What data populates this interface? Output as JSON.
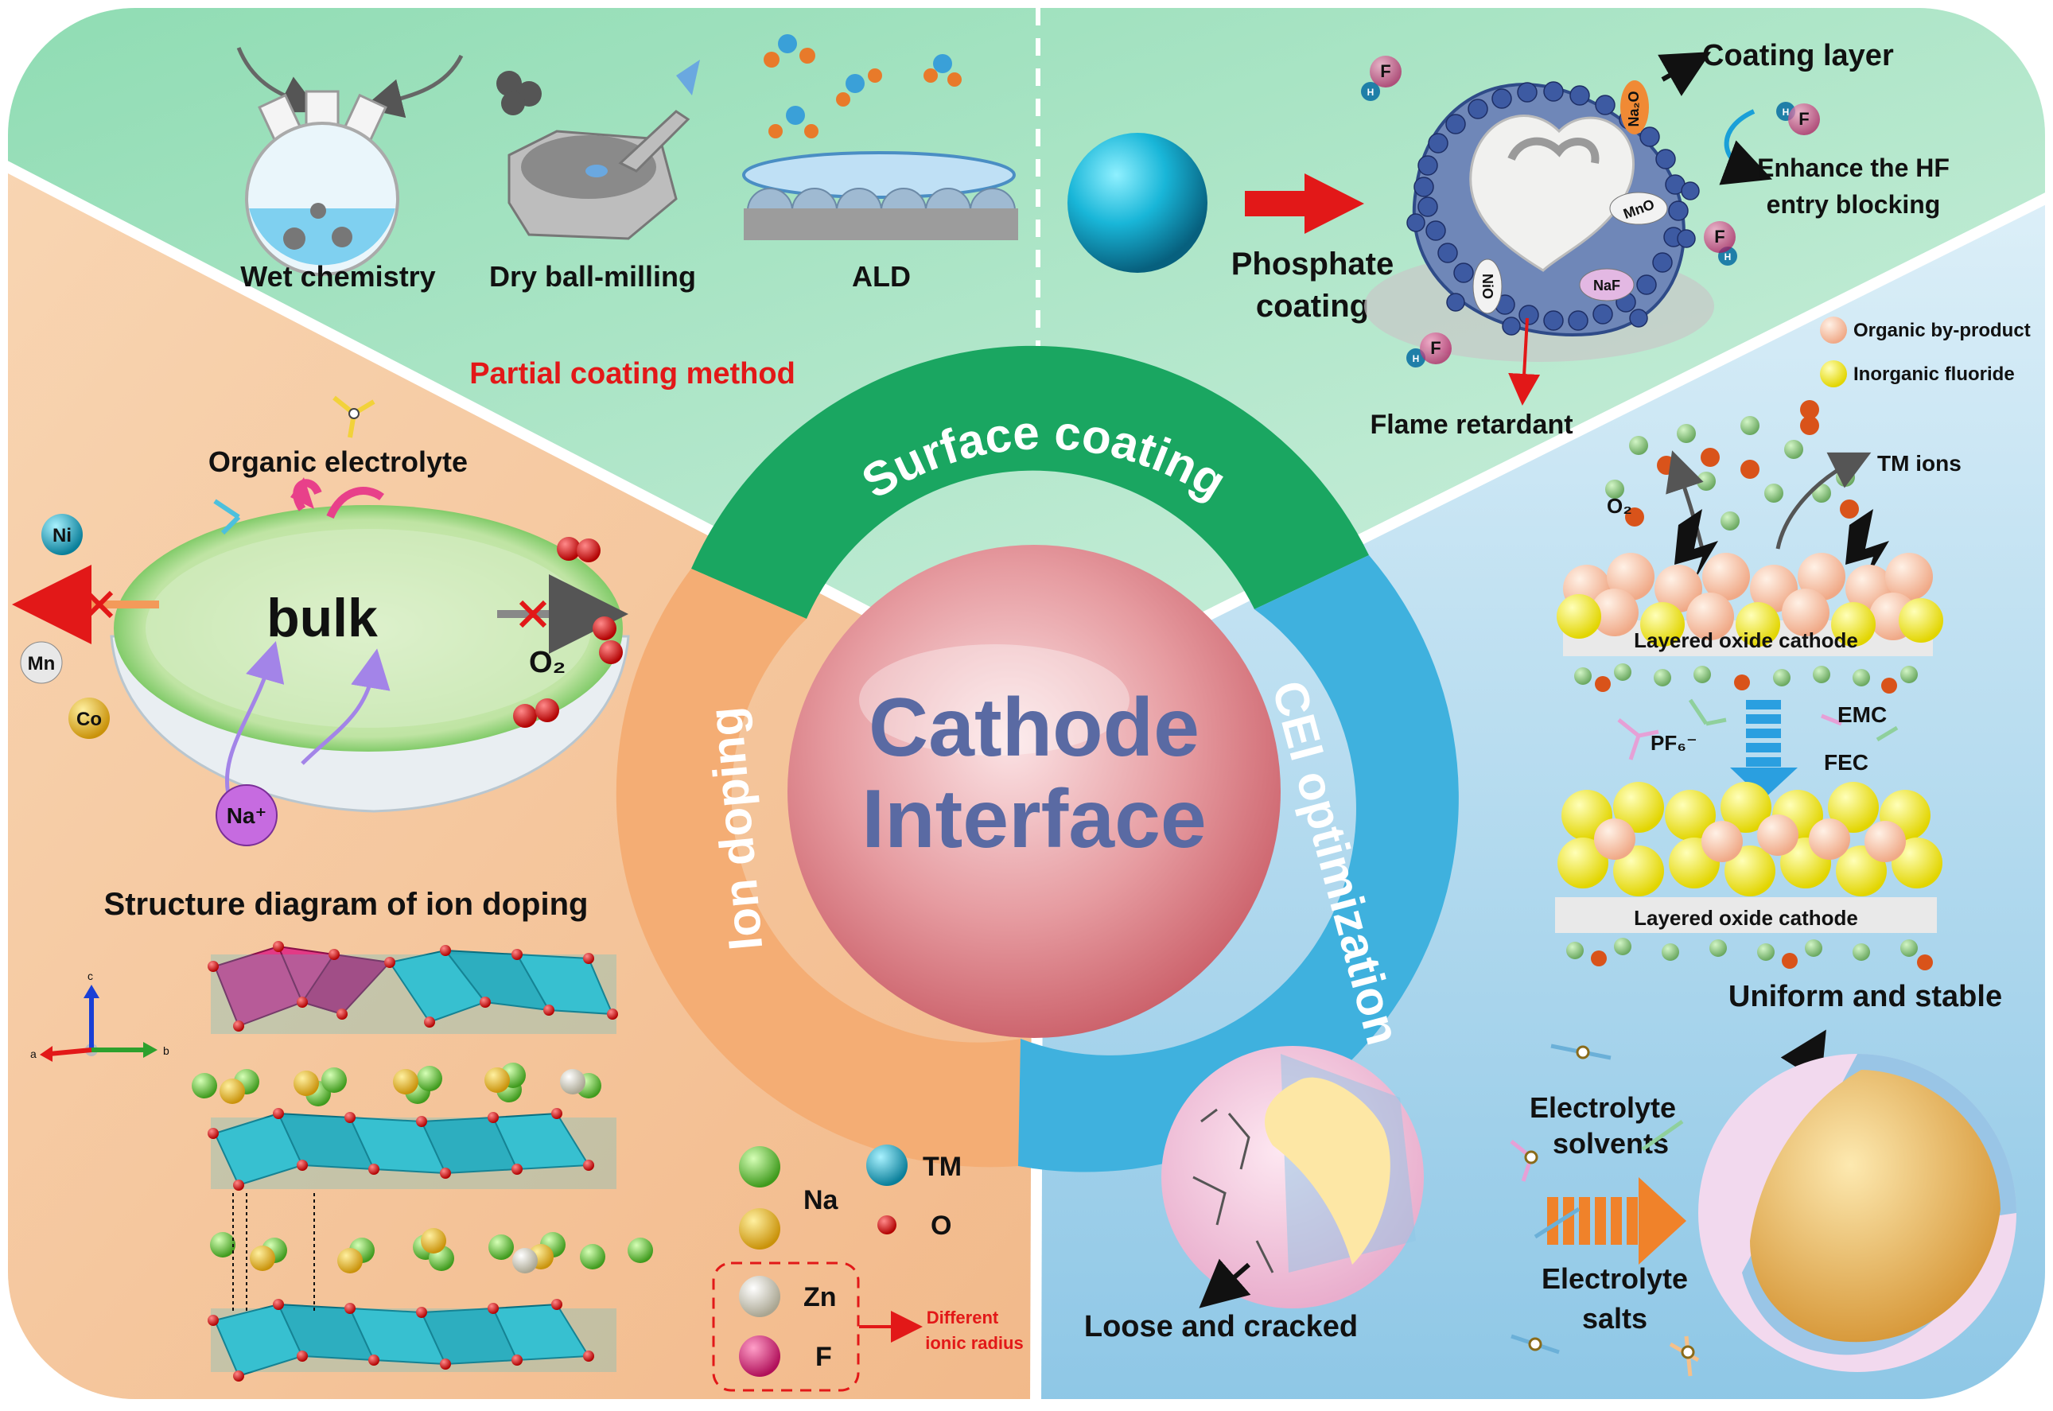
{
  "center": {
    "line1": "Cathode",
    "line2": "Interface"
  },
  "ring": {
    "surface_coating": "Surface coating",
    "ion_doping": "Ion doping",
    "cei_optimization": "CEI optimization"
  },
  "surface_coating": {
    "methods": [
      "Wet chemistry",
      "Dry ball-milling",
      "ALD"
    ],
    "partial_coating": "Partial coating method",
    "phosphate_coating_l1": "Phosphate",
    "phosphate_coating_l2": "coating",
    "coating_layer": "Coating layer",
    "hf_blocking_l1": "Enhance the HF",
    "hf_blocking_l2": "entry blocking",
    "flame_retardant": "Flame retardant",
    "species": {
      "na2o": "Na₂O",
      "mno": "MnO",
      "nio": "NiO",
      "naf": "NaF",
      "f": "F",
      "h": "H"
    }
  },
  "ion_doping": {
    "organic_electrolyte": "Organic electrolyte",
    "bulk": "bulk",
    "o2": "O₂",
    "na_plus": "Na⁺",
    "ions": [
      "Ni",
      "Mn",
      "Co"
    ],
    "structure_title": "Structure diagram of ion doping",
    "axes": {
      "a": "a",
      "b": "b",
      "c": "c"
    },
    "legend": {
      "na": "Na",
      "tm": "TM",
      "o": "O",
      "zn": "Zn",
      "f": "F",
      "different_l1": "Different",
      "different_l2": "ionic radius"
    }
  },
  "cei": {
    "legend_organic": "Organic by-product",
    "legend_inorganic": "Inorganic fluoride",
    "o2": "O₂",
    "tm_ions": "TM ions",
    "layered_cathode_1": "Layered oxide cathode",
    "layered_cathode_2": "Layered oxide cathode",
    "pf6": "PF₆⁻",
    "emc": "EMC",
    "fec": "FEC",
    "uniform": "Uniform and stable",
    "solvents_l1": "Electrolyte",
    "solvents_l2": "solvents",
    "salts_l1": "Electrolyte",
    "salts_l2": "salts",
    "loose": "Loose and cracked"
  },
  "colors": {
    "green_panel": "#a9e2c4",
    "orange_panel": "#f6c79c",
    "blue_panel": "#a9d4ea",
    "ring_green": "#1aa661",
    "ring_orange": "#f4ad74",
    "ring_blue": "#3fb1de",
    "center_pink": "#d9727a",
    "center_text": "#5a6aa3",
    "red_text": "#e21818"
  }
}
